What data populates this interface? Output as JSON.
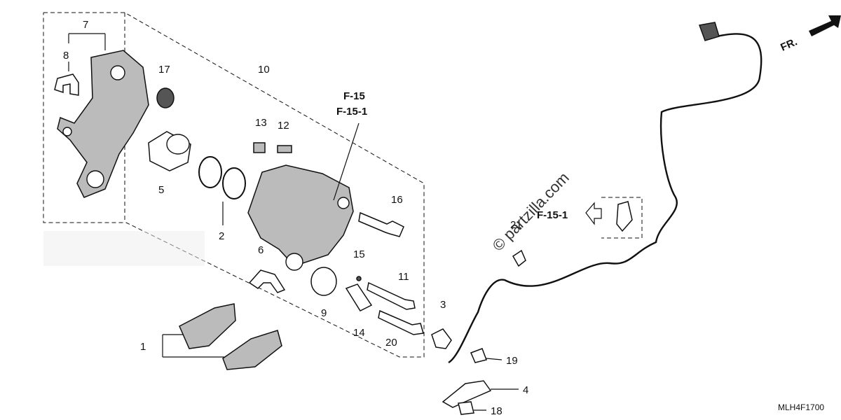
{
  "diagram": {
    "callouts": [
      "1",
      "2",
      "3",
      "4",
      "5",
      "6",
      "7",
      "8",
      "9",
      "10",
      "11",
      "12",
      "13",
      "14",
      "15",
      "16",
      "17",
      "18",
      "19",
      "20",
      "21"
    ],
    "references": {
      "main_line1": "F-15",
      "main_line2": "F-15-1",
      "side": "F-15-1"
    },
    "front_indicator": "FR.",
    "watermark": "© partzilla.com",
    "diagram_code": "MLH4F1700"
  }
}
